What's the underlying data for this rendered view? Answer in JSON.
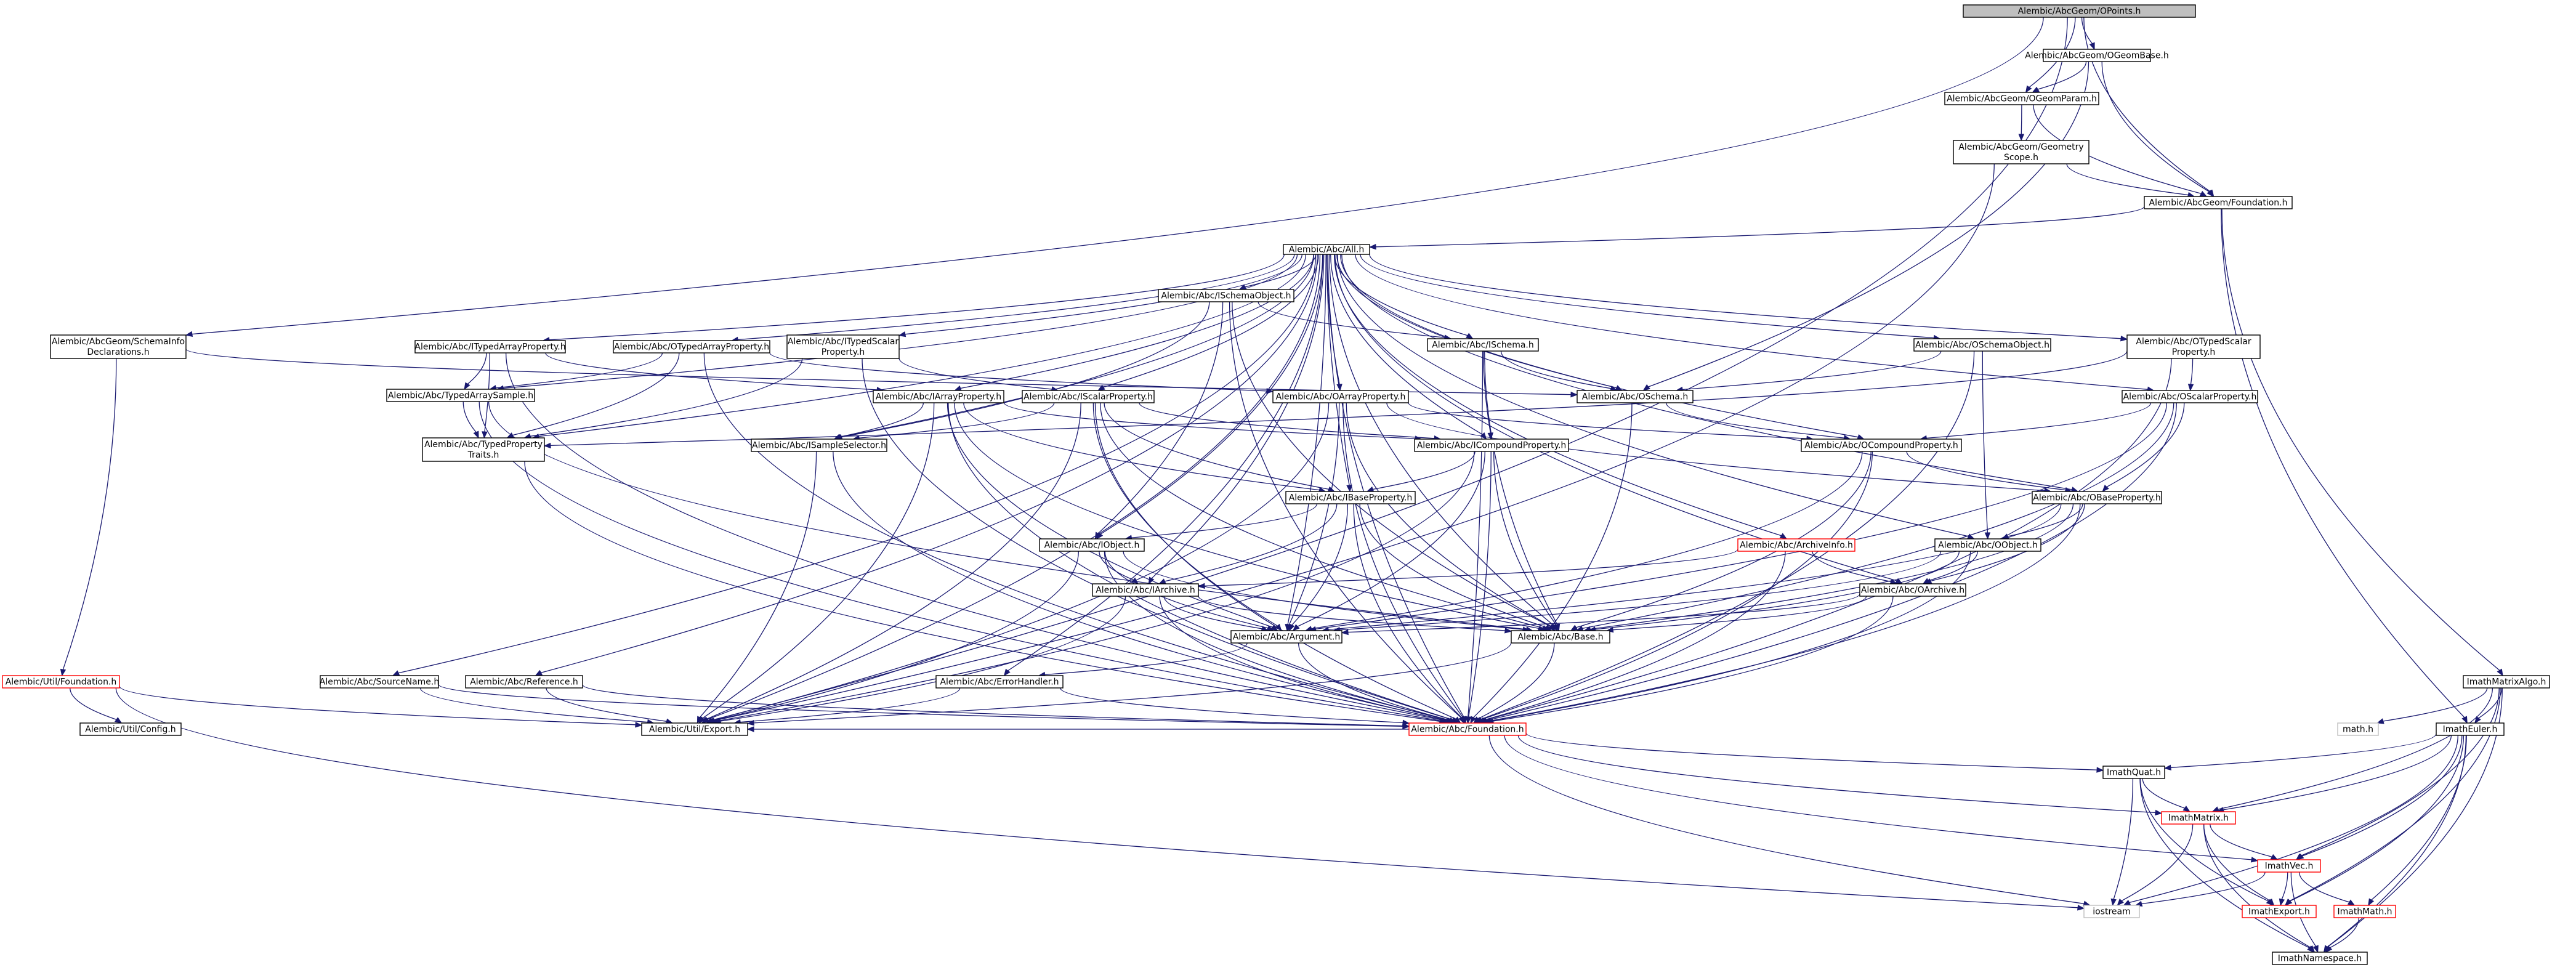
{
  "graph_title": "Alembic/AbcGeom/OPoints.h",
  "nodes": [
    {
      "id": "opoints",
      "lines": [
        "Alembic/AbcGeom/OPoints.h"
      ],
      "style": "gray"
    },
    {
      "id": "ogeombase",
      "lines": [
        "Alembic/AbcGeom/OGeomBase.h"
      ],
      "style": "normal"
    },
    {
      "id": "ogeomparam",
      "lines": [
        "Alembic/AbcGeom/OGeomParam.h"
      ],
      "style": "normal"
    },
    {
      "id": "geomscope",
      "lines": [
        "Alembic/AbcGeom/Geometry",
        "Scope.h"
      ],
      "style": "normal"
    },
    {
      "id": "foundgeom",
      "lines": [
        "Alembic/AbcGeom/Foundation.h"
      ],
      "style": "normal"
    },
    {
      "id": "schemainfo",
      "lines": [
        "Alembic/AbcGeom/SchemaInfo",
        "Declarations.h"
      ],
      "style": "normal"
    },
    {
      "id": "all",
      "lines": [
        "Alembic/Abc/All.h"
      ],
      "style": "normal"
    },
    {
      "id": "ischemaobject",
      "lines": [
        "Alembic/Abc/ISchemaObject.h"
      ],
      "style": "normal"
    },
    {
      "id": "ischema",
      "lines": [
        "Alembic/Abc/ISchema.h"
      ],
      "style": "normal"
    },
    {
      "id": "oschemaobject",
      "lines": [
        "Alembic/Abc/OSchemaObject.h"
      ],
      "style": "normal"
    },
    {
      "id": "otypedscalar",
      "lines": [
        "Alembic/Abc/OTypedScalar",
        "Property.h"
      ],
      "style": "normal"
    },
    {
      "id": "itypedarray",
      "lines": [
        "Alembic/Abc/ITypedArrayProperty.h"
      ],
      "style": "normal"
    },
    {
      "id": "otypedarray",
      "lines": [
        "Alembic/Abc/OTypedArrayProperty.h"
      ],
      "style": "normal"
    },
    {
      "id": "itypedscalar",
      "lines": [
        "Alembic/Abc/ITypedScalar",
        "Property.h"
      ],
      "style": "normal"
    },
    {
      "id": "typedarraysample",
      "lines": [
        "Alembic/Abc/TypedArraySample.h"
      ],
      "style": "normal"
    },
    {
      "id": "typedproptraits",
      "lines": [
        "Alembic/Abc/TypedProperty",
        "Traits.h"
      ],
      "style": "normal"
    },
    {
      "id": "iarrayprop",
      "lines": [
        "Alembic/Abc/IArrayProperty.h"
      ],
      "style": "normal"
    },
    {
      "id": "iscalarprop",
      "lines": [
        "Alembic/Abc/IScalarProperty.h"
      ],
      "style": "normal"
    },
    {
      "id": "isampleselector",
      "lines": [
        "Alembic/Abc/ISampleSelector.h"
      ],
      "style": "normal"
    },
    {
      "id": "oarrayprop",
      "lines": [
        "Alembic/Abc/OArrayProperty.h"
      ],
      "style": "normal"
    },
    {
      "id": "oschema",
      "lines": [
        "Alembic/Abc/OSchema.h"
      ],
      "style": "normal"
    },
    {
      "id": "oscalarprop",
      "lines": [
        "Alembic/Abc/OScalarProperty.h"
      ],
      "style": "normal"
    },
    {
      "id": "icompound",
      "lines": [
        "Alembic/Abc/ICompoundProperty.h"
      ],
      "style": "normal"
    },
    {
      "id": "ocompound",
      "lines": [
        "Alembic/Abc/OCompoundProperty.h"
      ],
      "style": "normal"
    },
    {
      "id": "ibaseprop",
      "lines": [
        "Alembic/Abc/IBaseProperty.h"
      ],
      "style": "normal"
    },
    {
      "id": "obaseprop",
      "lines": [
        "Alembic/Abc/OBaseProperty.h"
      ],
      "style": "normal"
    },
    {
      "id": "iobject",
      "lines": [
        "Alembic/Abc/IObject.h"
      ],
      "style": "normal"
    },
    {
      "id": "archiveinfo",
      "lines": [
        "Alembic/Abc/ArchiveInfo.h"
      ],
      "style": "red"
    },
    {
      "id": "oobject",
      "lines": [
        "Alembic/Abc/OObject.h"
      ],
      "style": "normal"
    },
    {
      "id": "iarchive",
      "lines": [
        "Alembic/Abc/IArchive.h"
      ],
      "style": "normal"
    },
    {
      "id": "oarchive",
      "lines": [
        "Alembic/Abc/OArchive.h"
      ],
      "style": "normal"
    },
    {
      "id": "argument",
      "lines": [
        "Alembic/Abc/Argument.h"
      ],
      "style": "normal"
    },
    {
      "id": "base",
      "lines": [
        "Alembic/Abc/Base.h"
      ],
      "style": "normal"
    },
    {
      "id": "errorhandler",
      "lines": [
        "Alembic/Abc/ErrorHandler.h"
      ],
      "style": "normal"
    },
    {
      "id": "sourcename",
      "lines": [
        "Alembic/Abc/SourceName.h"
      ],
      "style": "normal"
    },
    {
      "id": "reference",
      "lines": [
        "Alembic/Abc/Reference.h"
      ],
      "style": "normal"
    },
    {
      "id": "utilfoundation",
      "lines": [
        "Alembic/Util/Foundation.h"
      ],
      "style": "red"
    },
    {
      "id": "utilexport",
      "lines": [
        "Alembic/Util/Export.h"
      ],
      "style": "normal"
    },
    {
      "id": "abcfoundation",
      "lines": [
        "Alembic/Abc/Foundation.h"
      ],
      "style": "red"
    },
    {
      "id": "utilconfig",
      "lines": [
        "Alembic/Util/Config.h"
      ],
      "style": "normal"
    },
    {
      "id": "imathmatrixalgo",
      "lines": [
        "ImathMatrixAlgo.h"
      ],
      "style": "normal"
    },
    {
      "id": "mathh",
      "lines": [
        "math.h"
      ],
      "style": "plain"
    },
    {
      "id": "imatheuler",
      "lines": [
        "ImathEuler.h"
      ],
      "style": "normal"
    },
    {
      "id": "imathquat",
      "lines": [
        "ImathQuat.h"
      ],
      "style": "normal"
    },
    {
      "id": "imathmatrix",
      "lines": [
        "ImathMatrix.h"
      ],
      "style": "red"
    },
    {
      "id": "imathvec",
      "lines": [
        "ImathVec.h"
      ],
      "style": "red"
    },
    {
      "id": "iostream",
      "lines": [
        "iostream"
      ],
      "style": "plain"
    },
    {
      "id": "imathexport",
      "lines": [
        "ImathExport.h"
      ],
      "style": "red"
    },
    {
      "id": "imathmath",
      "lines": [
        "ImathMath.h"
      ],
      "style": "red"
    },
    {
      "id": "imathnamespace",
      "lines": [
        "ImathNamespace.h"
      ],
      "style": "normal"
    }
  ],
  "edges": [
    [
      "opoints",
      "ogeombase"
    ],
    [
      "opoints",
      "ogeomparam"
    ],
    [
      "opoints",
      "foundgeom"
    ],
    [
      "opoints",
      "schemainfo"
    ],
    [
      "opoints",
      "utilexport"
    ],
    [
      "ogeombase",
      "ogeomparam"
    ],
    [
      "ogeombase",
      "foundgeom"
    ],
    [
      "ogeombase",
      "oschema"
    ],
    [
      "ogeomparam",
      "geomscope"
    ],
    [
      "ogeomparam",
      "foundgeom"
    ],
    [
      "geomscope",
      "foundgeom"
    ],
    [
      "geomscope",
      "utilexport"
    ],
    [
      "foundgeom",
      "all"
    ],
    [
      "foundgeom",
      "imathmatrixalgo"
    ],
    [
      "foundgeom",
      "imatheuler"
    ],
    [
      "schemainfo",
      "utilfoundation"
    ],
    [
      "schemainfo",
      "oschema"
    ],
    [
      "utilfoundation",
      "utilconfig"
    ],
    [
      "utilfoundation",
      "utilexport"
    ],
    [
      "utilfoundation",
      "iostream"
    ],
    [
      "all",
      "ischemaobject"
    ],
    [
      "all",
      "ischema"
    ],
    [
      "all",
      "oschemaobject"
    ],
    [
      "all",
      "otypedscalar"
    ],
    [
      "all",
      "itypedarray"
    ],
    [
      "all",
      "otypedarray"
    ],
    [
      "all",
      "itypedscalar"
    ],
    [
      "all",
      "typedarraysample"
    ],
    [
      "all",
      "typedproptraits"
    ],
    [
      "all",
      "iarrayprop"
    ],
    [
      "all",
      "iscalarprop"
    ],
    [
      "all",
      "isampleselector"
    ],
    [
      "all",
      "oarrayprop"
    ],
    [
      "all",
      "oschema"
    ],
    [
      "all",
      "oscalarprop"
    ],
    [
      "all",
      "icompound"
    ],
    [
      "all",
      "ocompound"
    ],
    [
      "all",
      "ibaseprop"
    ],
    [
      "all",
      "obaseprop"
    ],
    [
      "all",
      "iobject"
    ],
    [
      "all",
      "archiveinfo"
    ],
    [
      "all",
      "oobject"
    ],
    [
      "all",
      "iarchive"
    ],
    [
      "all",
      "oarchive"
    ],
    [
      "all",
      "argument"
    ],
    [
      "all",
      "base"
    ],
    [
      "all",
      "errorhandler"
    ],
    [
      "all",
      "sourcename"
    ],
    [
      "all",
      "reference"
    ],
    [
      "all",
      "abcfoundation"
    ],
    [
      "all",
      "utilexport"
    ],
    [
      "ischemaobject",
      "ischema"
    ],
    [
      "ischemaobject",
      "iobject"
    ],
    [
      "ischemaobject",
      "isampleselector"
    ],
    [
      "ischemaobject",
      "base"
    ],
    [
      "ischemaobject",
      "abcfoundation"
    ],
    [
      "ischema",
      "icompound"
    ],
    [
      "ischema",
      "oschema"
    ],
    [
      "ischema",
      "abcfoundation"
    ],
    [
      "ischema",
      "base"
    ],
    [
      "oschemaobject",
      "oschema"
    ],
    [
      "oschemaobject",
      "oobject"
    ],
    [
      "oschemaobject",
      "abcfoundation"
    ],
    [
      "otypedscalar",
      "oscalarprop"
    ],
    [
      "otypedscalar",
      "typedproptraits"
    ],
    [
      "otypedscalar",
      "abcfoundation"
    ],
    [
      "itypedarray",
      "typedarraysample"
    ],
    [
      "itypedarray",
      "typedproptraits"
    ],
    [
      "itypedarray",
      "iarrayprop"
    ],
    [
      "itypedarray",
      "abcfoundation"
    ],
    [
      "otypedarray",
      "typedarraysample"
    ],
    [
      "otypedarray",
      "typedproptraits"
    ],
    [
      "otypedarray",
      "oarrayprop"
    ],
    [
      "otypedarray",
      "abcfoundation"
    ],
    [
      "itypedscalar",
      "iscalarprop"
    ],
    [
      "itypedscalar",
      "typedproptraits"
    ],
    [
      "itypedscalar",
      "abcfoundation"
    ],
    [
      "typedarraysample",
      "typedproptraits"
    ],
    [
      "typedarraysample",
      "base"
    ],
    [
      "typedarraysample",
      "abcfoundation"
    ],
    [
      "typedproptraits",
      "abcfoundation"
    ],
    [
      "iarrayprop",
      "isampleselector"
    ],
    [
      "iarrayprop",
      "ibaseprop"
    ],
    [
      "iarrayprop",
      "icompound"
    ],
    [
      "iarrayprop",
      "argument"
    ],
    [
      "iarrayprop",
      "base"
    ],
    [
      "iarrayprop",
      "abcfoundation"
    ],
    [
      "iarrayprop",
      "utilexport"
    ],
    [
      "iscalarprop",
      "isampleselector"
    ],
    [
      "iscalarprop",
      "ibaseprop"
    ],
    [
      "iscalarprop",
      "icompound"
    ],
    [
      "iscalarprop",
      "argument"
    ],
    [
      "iscalarprop",
      "base"
    ],
    [
      "iscalarprop",
      "abcfoundation"
    ],
    [
      "iscalarprop",
      "utilexport"
    ],
    [
      "isampleselector",
      "abcfoundation"
    ],
    [
      "isampleselector",
      "utilexport"
    ],
    [
      "oarrayprop",
      "obaseprop"
    ],
    [
      "oarrayprop",
      "ocompound"
    ],
    [
      "oarrayprop",
      "argument"
    ],
    [
      "oarrayprop",
      "base"
    ],
    [
      "oarrayprop",
      "abcfoundation"
    ],
    [
      "oarrayprop",
      "utilexport"
    ],
    [
      "oschema",
      "ocompound"
    ],
    [
      "oschema",
      "abcfoundation"
    ],
    [
      "oscalarprop",
      "obaseprop"
    ],
    [
      "oscalarprop",
      "ocompound"
    ],
    [
      "oscalarprop",
      "argument"
    ],
    [
      "oscalarprop",
      "base"
    ],
    [
      "oscalarprop",
      "abcfoundation"
    ],
    [
      "icompound",
      "ibaseprop"
    ],
    [
      "icompound",
      "argument"
    ],
    [
      "icompound",
      "base"
    ],
    [
      "icompound",
      "abcfoundation"
    ],
    [
      "icompound",
      "utilexport"
    ],
    [
      "ocompound",
      "obaseprop"
    ],
    [
      "ocompound",
      "argument"
    ],
    [
      "ocompound",
      "base"
    ],
    [
      "ocompound",
      "abcfoundation"
    ],
    [
      "ibaseprop",
      "iobject"
    ],
    [
      "ibaseprop",
      "iarchive"
    ],
    [
      "ibaseprop",
      "argument"
    ],
    [
      "ibaseprop",
      "base"
    ],
    [
      "ibaseprop",
      "abcfoundation"
    ],
    [
      "obaseprop",
      "oobject"
    ],
    [
      "obaseprop",
      "oarchive"
    ],
    [
      "obaseprop",
      "argument"
    ],
    [
      "obaseprop",
      "base"
    ],
    [
      "obaseprop",
      "abcfoundation"
    ],
    [
      "iobject",
      "iarchive"
    ],
    [
      "iobject",
      "argument"
    ],
    [
      "iobject",
      "base"
    ],
    [
      "iobject",
      "abcfoundation"
    ],
    [
      "iobject",
      "utilexport"
    ],
    [
      "archiveinfo",
      "iarchive"
    ],
    [
      "archiveinfo",
      "oarchive"
    ],
    [
      "archiveinfo",
      "abcfoundation"
    ],
    [
      "oobject",
      "oarchive"
    ],
    [
      "oobject",
      "argument"
    ],
    [
      "oobject",
      "base"
    ],
    [
      "oobject",
      "abcfoundation"
    ],
    [
      "iarchive",
      "argument"
    ],
    [
      "iarchive",
      "base"
    ],
    [
      "iarchive",
      "abcfoundation"
    ],
    [
      "iarchive",
      "utilexport"
    ],
    [
      "oarchive",
      "argument"
    ],
    [
      "oarchive",
      "base"
    ],
    [
      "oarchive",
      "abcfoundation"
    ],
    [
      "argument",
      "errorhandler"
    ],
    [
      "argument",
      "abcfoundation"
    ],
    [
      "base",
      "abcfoundation"
    ],
    [
      "base",
      "utilexport"
    ],
    [
      "errorhandler",
      "abcfoundation"
    ],
    [
      "errorhandler",
      "utilexport"
    ],
    [
      "sourcename",
      "abcfoundation"
    ],
    [
      "sourcename",
      "utilexport"
    ],
    [
      "reference",
      "abcfoundation"
    ],
    [
      "reference",
      "utilexport"
    ],
    [
      "abcfoundation",
      "utilexport"
    ],
    [
      "abcfoundation",
      "imathquat"
    ],
    [
      "abcfoundation",
      "imathmatrix"
    ],
    [
      "abcfoundation",
      "imathvec"
    ],
    [
      "abcfoundation",
      "iostream"
    ],
    [
      "imathmatrixalgo",
      "mathh"
    ],
    [
      "imathmatrixalgo",
      "imatheuler"
    ],
    [
      "imathmatrixalgo",
      "imathmatrix"
    ],
    [
      "imathmatrixalgo",
      "imathvec"
    ],
    [
      "imathmatrixalgo",
      "imathexport"
    ],
    [
      "imathmatrixalgo",
      "imathnamespace"
    ],
    [
      "imatheuler",
      "imathquat"
    ],
    [
      "imatheuler",
      "imathmatrix"
    ],
    [
      "imatheuler",
      "imathvec"
    ],
    [
      "imatheuler",
      "iostream"
    ],
    [
      "imatheuler",
      "imathexport"
    ],
    [
      "imatheuler",
      "imathmath"
    ],
    [
      "imatheuler",
      "imathnamespace"
    ],
    [
      "imathquat",
      "imathmatrix"
    ],
    [
      "imathquat",
      "iostream"
    ],
    [
      "imathquat",
      "imathexport"
    ],
    [
      "imathquat",
      "imathnamespace"
    ],
    [
      "imathmatrix",
      "imathvec"
    ],
    [
      "imathmatrix",
      "iostream"
    ],
    [
      "imathmatrix",
      "imathexport"
    ],
    [
      "imathmatrix",
      "imathnamespace"
    ],
    [
      "imathvec",
      "iostream"
    ],
    [
      "imathvec",
      "imathexport"
    ],
    [
      "imathvec",
      "imathmath"
    ],
    [
      "imathvec",
      "imathnamespace"
    ],
    [
      "imathmath",
      "imathnamespace"
    ]
  ]
}
